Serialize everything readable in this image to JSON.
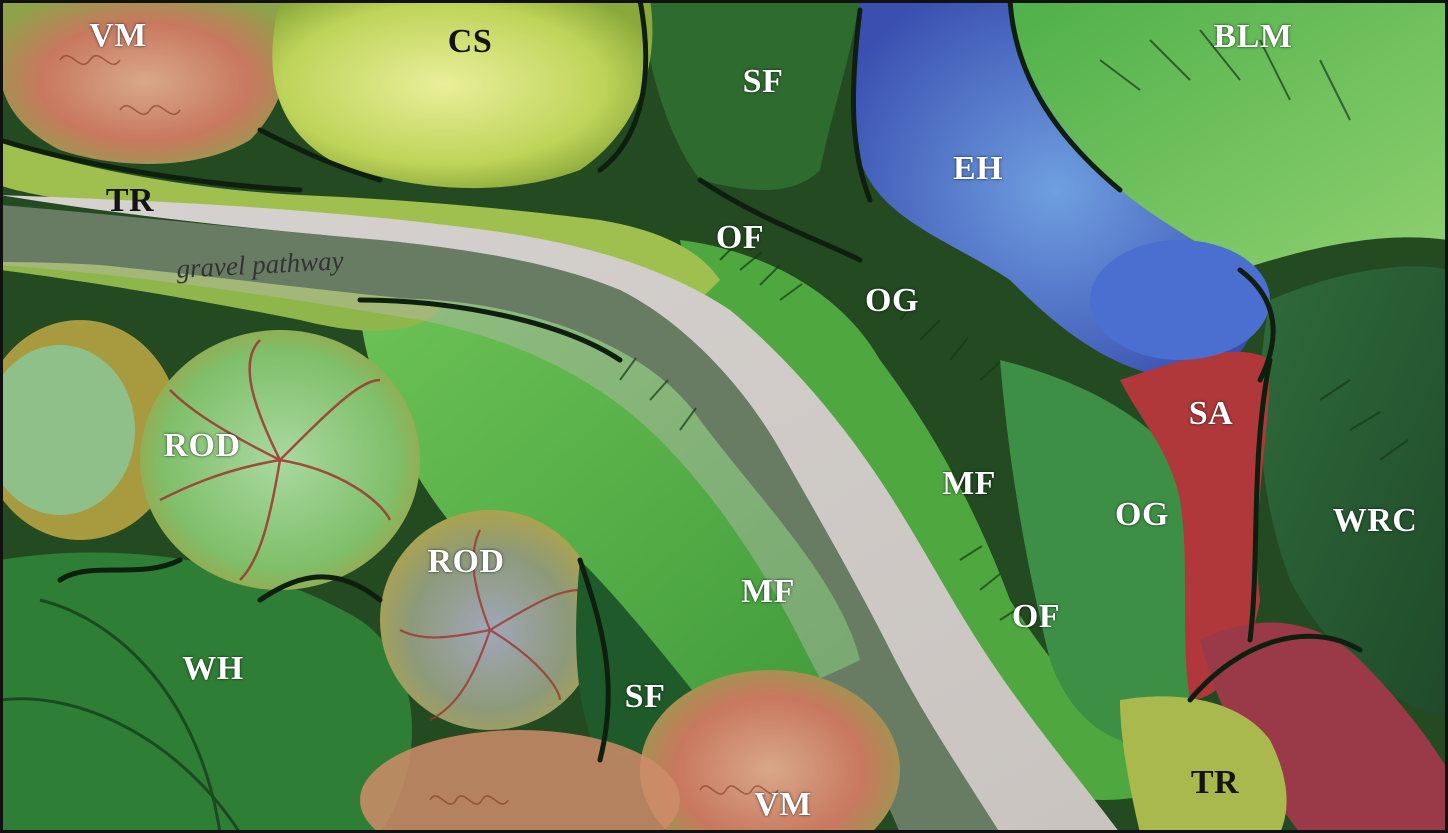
{
  "path_label": "gravel pathway",
  "labels": [
    {
      "id": "vm-top-left",
      "text": "VM",
      "tone": "white"
    },
    {
      "id": "cs",
      "text": "CS",
      "tone": "dark"
    },
    {
      "id": "sf-top",
      "text": "SF",
      "tone": "white"
    },
    {
      "id": "blm",
      "text": "BLM",
      "tone": "white"
    },
    {
      "id": "eh",
      "text": "EH",
      "tone": "white"
    },
    {
      "id": "tr-top",
      "text": "TR",
      "tone": "dark"
    },
    {
      "id": "of-top",
      "text": "OF",
      "tone": "white"
    },
    {
      "id": "og-top",
      "text": "OG",
      "tone": "white"
    },
    {
      "id": "rod-left",
      "text": "ROD",
      "tone": "white"
    },
    {
      "id": "sa",
      "text": "SA",
      "tone": "white"
    },
    {
      "id": "mf-right",
      "text": "MF",
      "tone": "white"
    },
    {
      "id": "og-right",
      "text": "OG",
      "tone": "white"
    },
    {
      "id": "wrc",
      "text": "WRC",
      "tone": "white"
    },
    {
      "id": "rod-center",
      "text": "ROD",
      "tone": "white"
    },
    {
      "id": "mf-center",
      "text": "MF",
      "tone": "white"
    },
    {
      "id": "of-right",
      "text": "OF",
      "tone": "white"
    },
    {
      "id": "wh",
      "text": "WH",
      "tone": "white"
    },
    {
      "id": "sf-bottom",
      "text": "SF",
      "tone": "white"
    },
    {
      "id": "vm-bottom",
      "text": "VM",
      "tone": "white"
    },
    {
      "id": "tr-bottom",
      "text": "TR",
      "tone": "dark"
    }
  ]
}
